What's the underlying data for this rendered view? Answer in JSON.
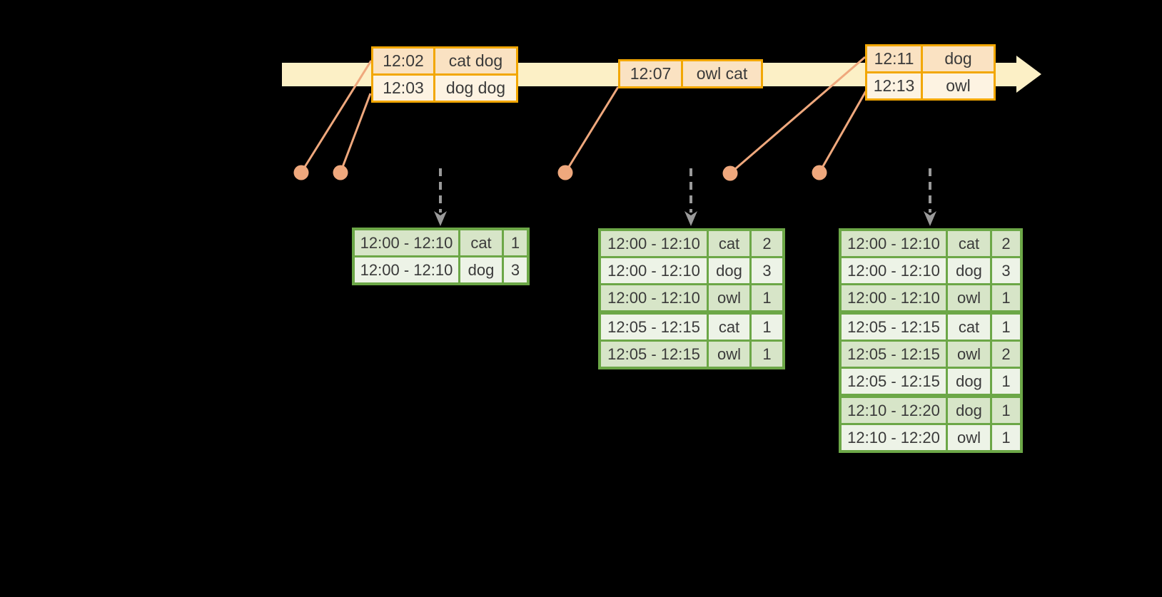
{
  "canvas": {
    "background": "#000000"
  },
  "palette": {
    "timeline_fill": "#FCF0C6",
    "event_table_border": "#F2A702",
    "event_row_fill_dark": "#FAE2C2",
    "event_row_fill_light": "#FDF3E2",
    "connector_and_dot": "#EFA87D",
    "trigger_arrow_gray": "#9A9A9A",
    "result_table_border": "#6CA747",
    "result_row_fill_dark": "#D7E5C8",
    "result_row_fill_light": "#EDF3E7",
    "text": "#3A3A3A"
  },
  "event_tables": [
    {
      "rows": [
        {
          "time": "12:02",
          "words": "cat dog"
        },
        {
          "time": "12:03",
          "words": "dog dog"
        }
      ]
    },
    {
      "rows": [
        {
          "time": "12:07",
          "words": "owl cat"
        }
      ]
    },
    {
      "rows": [
        {
          "time": "12:11",
          "words": "dog"
        },
        {
          "time": "12:13",
          "words": "owl"
        }
      ]
    }
  ],
  "result_tables": [
    {
      "rows": [
        {
          "window": "12:00 - 12:10",
          "word": "cat",
          "count": "1"
        },
        {
          "window": "12:00 - 12:10",
          "word": "dog",
          "count": "3"
        }
      ]
    },
    {
      "rows": [
        {
          "window": "12:00 - 12:10",
          "word": "cat",
          "count": "2"
        },
        {
          "window": "12:00 - 12:10",
          "word": "dog",
          "count": "3"
        },
        {
          "window": "12:00 - 12:10",
          "word": "owl",
          "count": "1"
        },
        {
          "window": "12:05 - 12:15",
          "word": "cat",
          "count": "1"
        },
        {
          "window": "12:05 - 12:15",
          "word": "owl",
          "count": "1"
        }
      ]
    },
    {
      "rows": [
        {
          "window": "12:00 - 12:10",
          "word": "cat",
          "count": "2"
        },
        {
          "window": "12:00 - 12:10",
          "word": "dog",
          "count": "3"
        },
        {
          "window": "12:00 - 12:10",
          "word": "owl",
          "count": "1"
        },
        {
          "window": "12:05 - 12:15",
          "word": "cat",
          "count": "1"
        },
        {
          "window": "12:05 - 12:15",
          "word": "owl",
          "count": "2"
        },
        {
          "window": "12:05 - 12:15",
          "word": "dog",
          "count": "1"
        },
        {
          "window": "12:10 - 12:20",
          "word": "dog",
          "count": "1"
        },
        {
          "window": "12:10 - 12:20",
          "word": "owl",
          "count": "1"
        }
      ]
    }
  ]
}
